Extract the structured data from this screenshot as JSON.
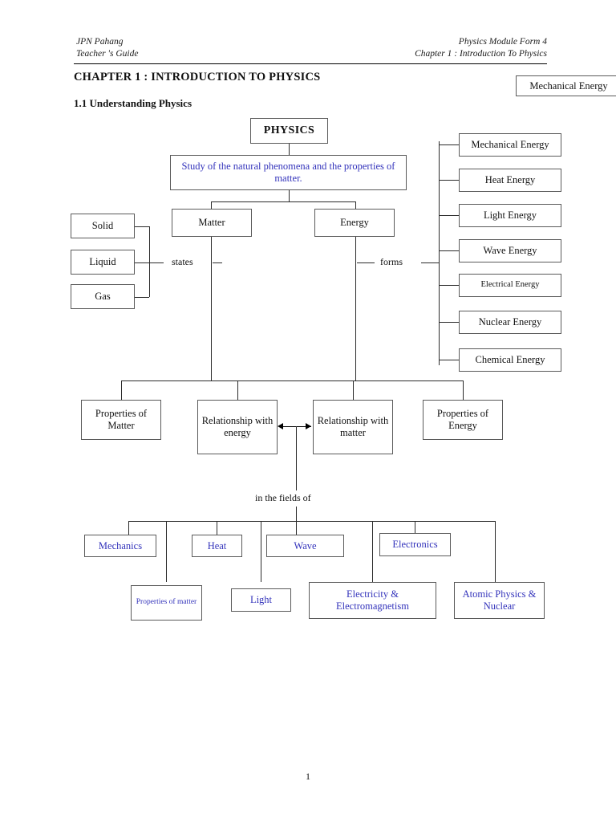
{
  "header": {
    "left_line1": "JPN Pahang",
    "left_line2": "Teacher 's Guide",
    "right_line1": "Physics Module Form 4",
    "right_line2": "Chapter 1 : Introduction To Physics"
  },
  "chapter_title": "CHAPTER 1 :  INTRODUCTION TO PHYSICS",
  "section_title": "1.1 Understanding Physics",
  "stray_box": {
    "label": "Mechanical Energy"
  },
  "diagram": {
    "root": "PHYSICS",
    "definition": "Study of  the natural phenomena and the properties of matter.",
    "matter": "Matter",
    "energy": "Energy",
    "states_label": "states",
    "forms_label": "forms",
    "states": [
      "Solid",
      "Liquid",
      "Gas"
    ],
    "forms": [
      "Mechanical Energy",
      "Heat Energy",
      "Light Energy",
      "Wave Energy",
      "Electrical Energy",
      "Nuclear Energy",
      "Chemical Energy"
    ],
    "middle_row": [
      "Properties of Matter",
      "Relationship with energy",
      "Relationship with matter",
      "Properties of Energy"
    ],
    "fields_label": "in the fields of",
    "fields_upper": [
      "Mechanics",
      "Heat",
      "Wave",
      "Electronics"
    ],
    "fields_lower": [
      "Properties of matter",
      "Light",
      "Electricity & Electromagnetism",
      "Atomic Physics & Nuclear"
    ]
  },
  "footer": {
    "page_number": "1"
  },
  "colors": {
    "blue_text": "#3333bb",
    "line": "#2b2b2b",
    "box_border": "#5a5a5a"
  }
}
